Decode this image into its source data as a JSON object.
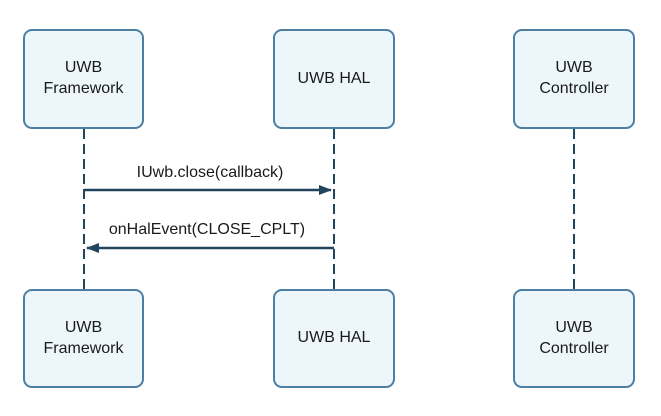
{
  "diagram_type": "sequence-diagram",
  "actors": [
    {
      "label": "UWB Framework"
    },
    {
      "label": "UWB HAL"
    },
    {
      "label": "UWB Controller"
    }
  ],
  "messages": [
    {
      "label": "IUwb.close(callback)",
      "from": "UWB Framework",
      "to": "UWB HAL",
      "direction": "right",
      "line_style": "solid",
      "arrowhead": "filled-triangle"
    },
    {
      "label": "onHalEvent(CLOSE_CPLT)",
      "from": "UWB HAL",
      "to": "UWB Framework",
      "direction": "left",
      "line_style": "solid",
      "arrowhead": "filled-triangle"
    }
  ],
  "lifelines": [
    {
      "actor": "UWB Framework",
      "style": "dashed"
    },
    {
      "actor": "UWB HAL",
      "style": "dashed"
    },
    {
      "actor": "UWB Controller",
      "style": "dashed"
    }
  ],
  "colors": {
    "box_fill": "#edf6fa",
    "box_border": "#4d7ea3",
    "line": "#22455e",
    "text": "#1a1a1a",
    "background": "#ffffff"
  }
}
